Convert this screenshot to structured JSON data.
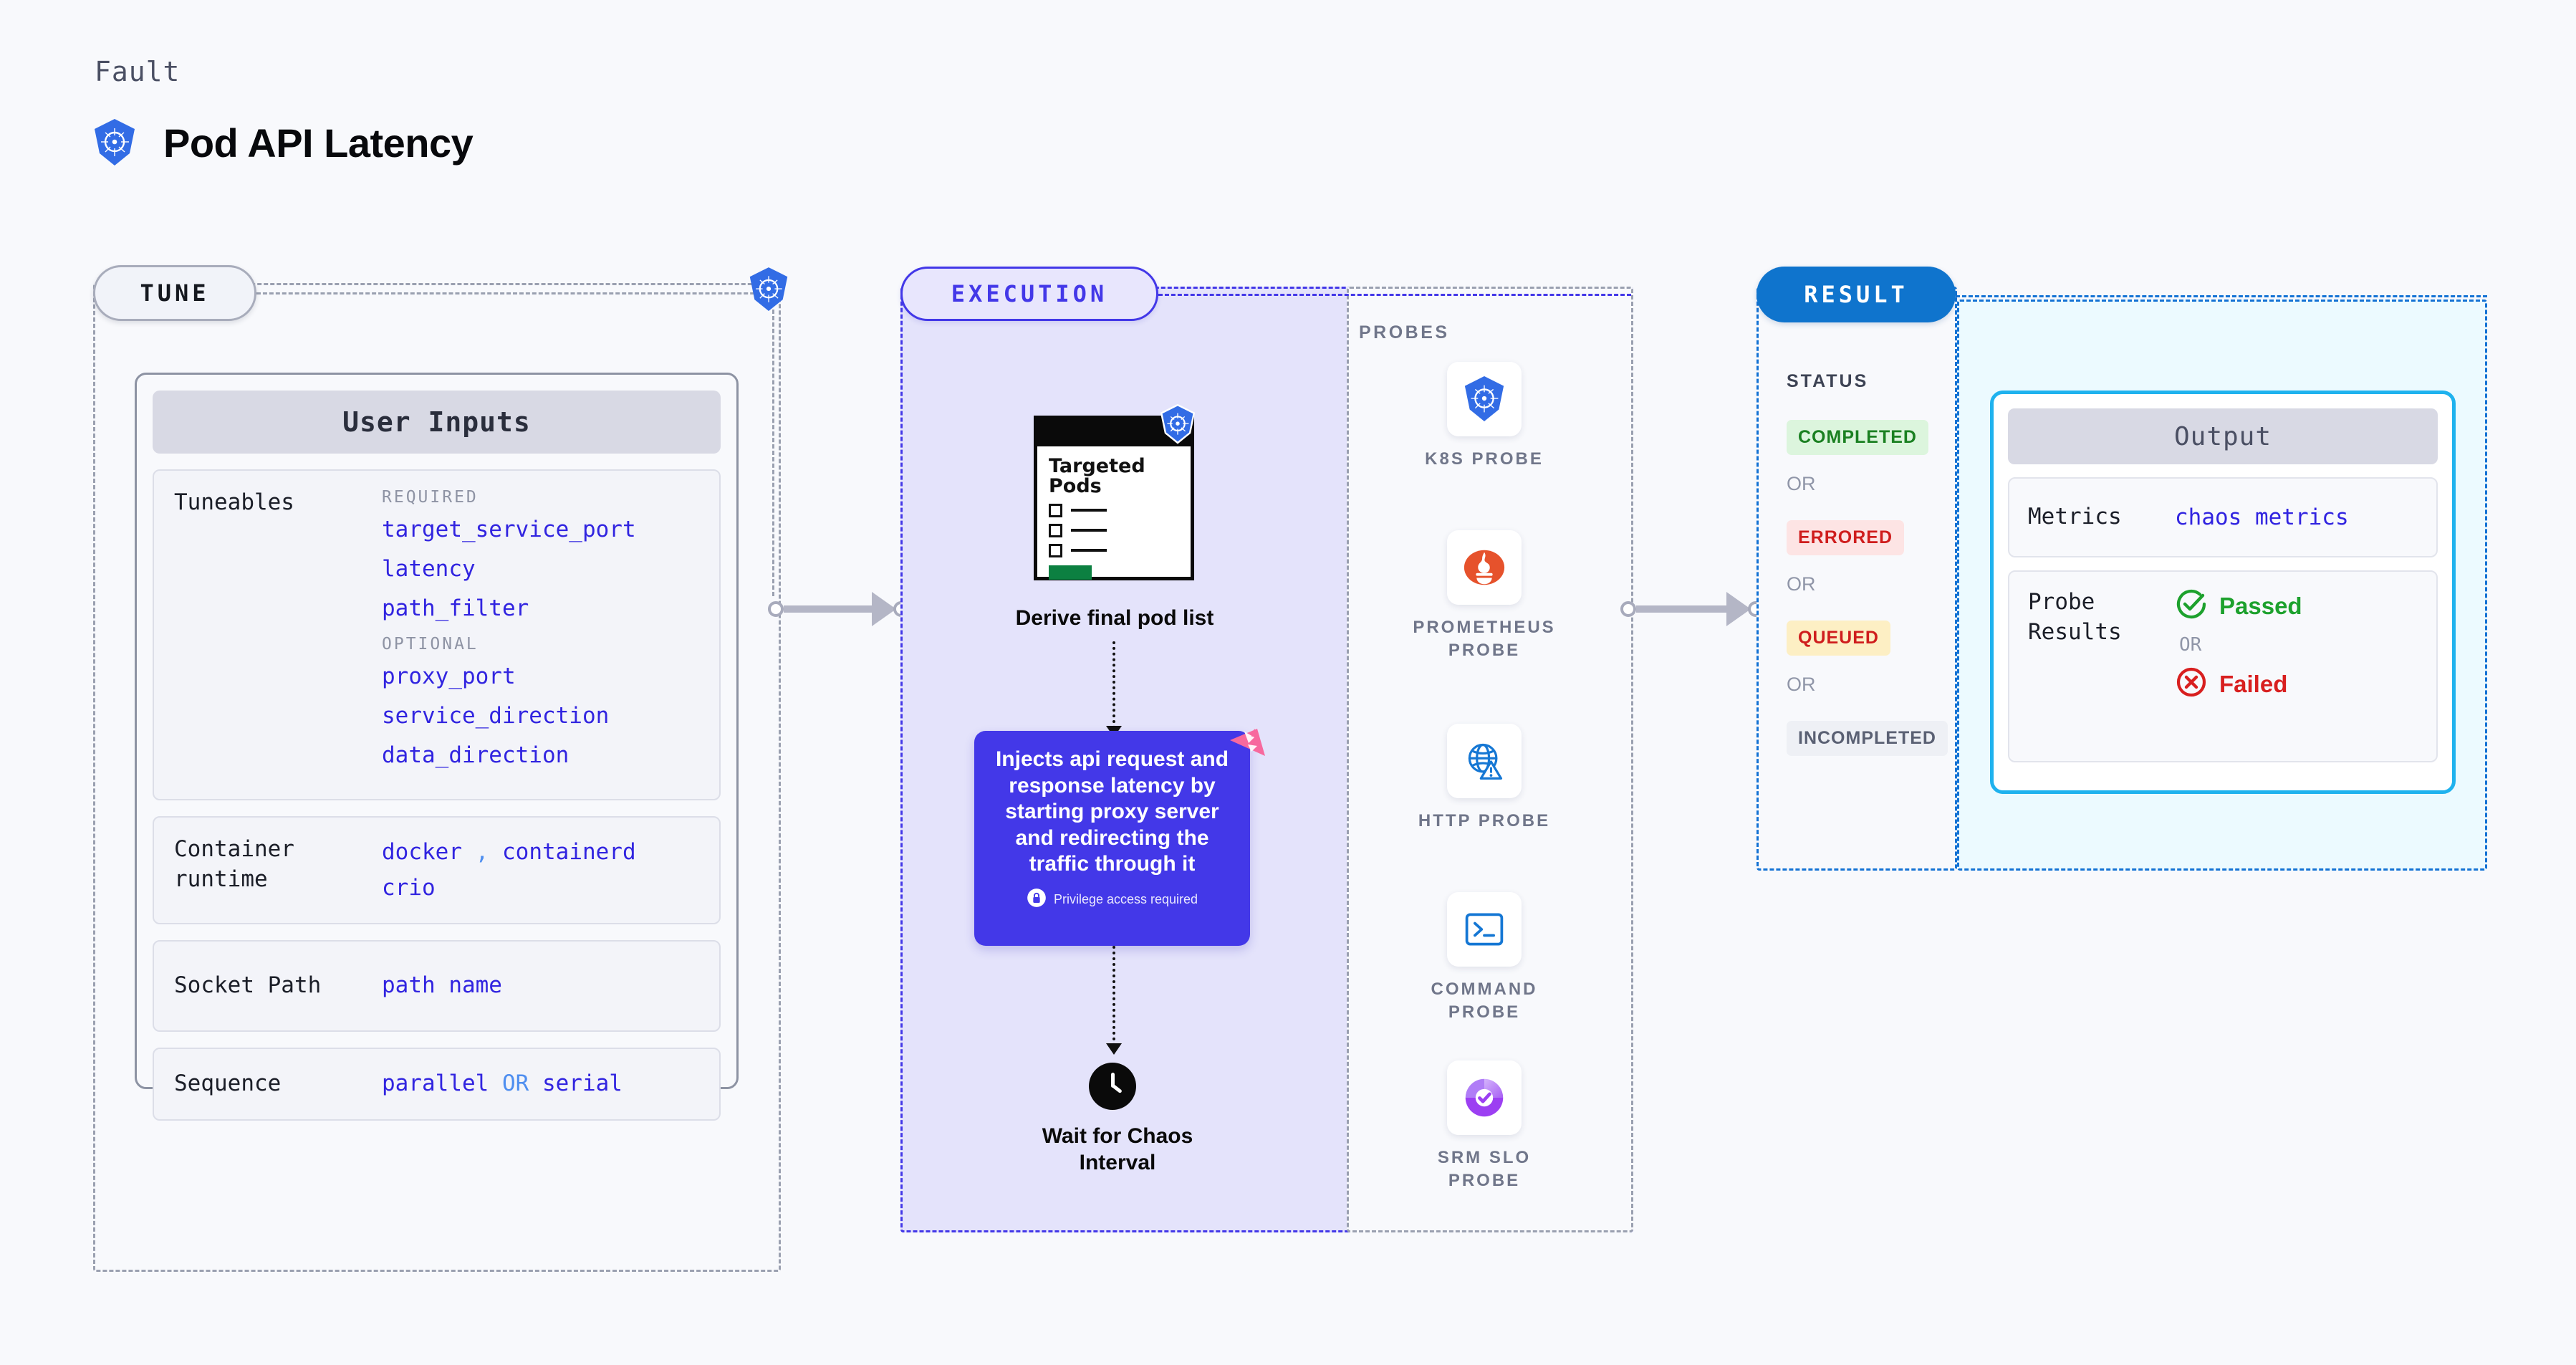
{
  "header": {
    "kicker": "Fault",
    "title": "Pod API Latency",
    "icon": "kubernetes-icon"
  },
  "colors": {
    "background": "#f8f9fc",
    "tune_border": "#9aa0b0",
    "execution_accent": "#4338e8",
    "execution_fill": "#e4e3fb",
    "result_accent": "#1372d4",
    "result_fill": "#ecfaff",
    "output_border": "#1fb2ee",
    "code_text": "#3124e0",
    "passed": "#1da12d",
    "failed": "#d81f1f"
  },
  "tune": {
    "pill_label": "TUNE",
    "platform_icon": "kubernetes-icon",
    "user_inputs": {
      "heading": "User Inputs",
      "rows": [
        {
          "label": "Tuneables",
          "groups": [
            {
              "group_label": "REQUIRED",
              "values": [
                "target_service_port",
                "latency",
                "path_filter"
              ]
            },
            {
              "group_label": "OPTIONAL",
              "values": [
                "proxy_port",
                "service_direction",
                "data_direction"
              ]
            }
          ]
        },
        {
          "label": "Container runtime",
          "values_line1": [
            "docker",
            "containerd"
          ],
          "separator": ",",
          "values_line2": [
            "crio"
          ]
        },
        {
          "label": "Socket Path",
          "value": "path name"
        },
        {
          "label": "Sequence",
          "value_left": "parallel",
          "conjunction": "OR",
          "value_right": "serial"
        }
      ]
    }
  },
  "execution": {
    "pill_label": "EXECUTION",
    "pod_card": {
      "title": "Targeted Pods",
      "badge_icon": "kubernetes-icon",
      "checkbox_rows": 3
    },
    "derive_caption": "Derive final pod list",
    "inject_card": {
      "text": "Injects api request and response latency by starting proxy server and redirecting the traffic through it",
      "privilege_icon": "lock-icon",
      "privilege_text": "Privilege access required",
      "corner_badge_icon": "litmus-chaos-icon"
    },
    "wait_icon": "clock-icon",
    "wait_caption": "Wait for Chaos Interval",
    "probes": {
      "section_label": "PROBES",
      "items": [
        {
          "name": "K8S PROBE",
          "icon": "kubernetes-icon"
        },
        {
          "name": "PROMETHEUS PROBE",
          "icon": "prometheus-icon"
        },
        {
          "name": "HTTP PROBE",
          "icon": "globe-warning-icon"
        },
        {
          "name": "COMMAND PROBE",
          "icon": "terminal-icon"
        },
        {
          "name": "SRM SLO PROBE",
          "icon": "srm-slo-icon"
        }
      ]
    }
  },
  "result": {
    "pill_label": "RESULT",
    "status_label": "STATUS",
    "or_label": "OR",
    "statuses": [
      {
        "label": "COMPLETED",
        "bg": "#dcf5dd",
        "fg": "#1a8021"
      },
      {
        "label": "ERRORED",
        "bg": "#fde4e4",
        "fg": "#cf1d1d"
      },
      {
        "label": "QUEUED",
        "bg": "#fdefc4",
        "fg": "#cf1d1d"
      },
      {
        "label": "INCOMPLETED",
        "bg": "#eef0f5",
        "fg": "#5a6073"
      }
    ],
    "output": {
      "heading": "Output",
      "metrics_label": "Metrics",
      "metrics_value": "chaos metrics",
      "probe_results_label": "Probe Results",
      "passed_label": "Passed",
      "passed_icon": "check-circle-icon",
      "or_label": "OR",
      "failed_label": "Failed",
      "failed_icon": "x-circle-icon"
    }
  }
}
